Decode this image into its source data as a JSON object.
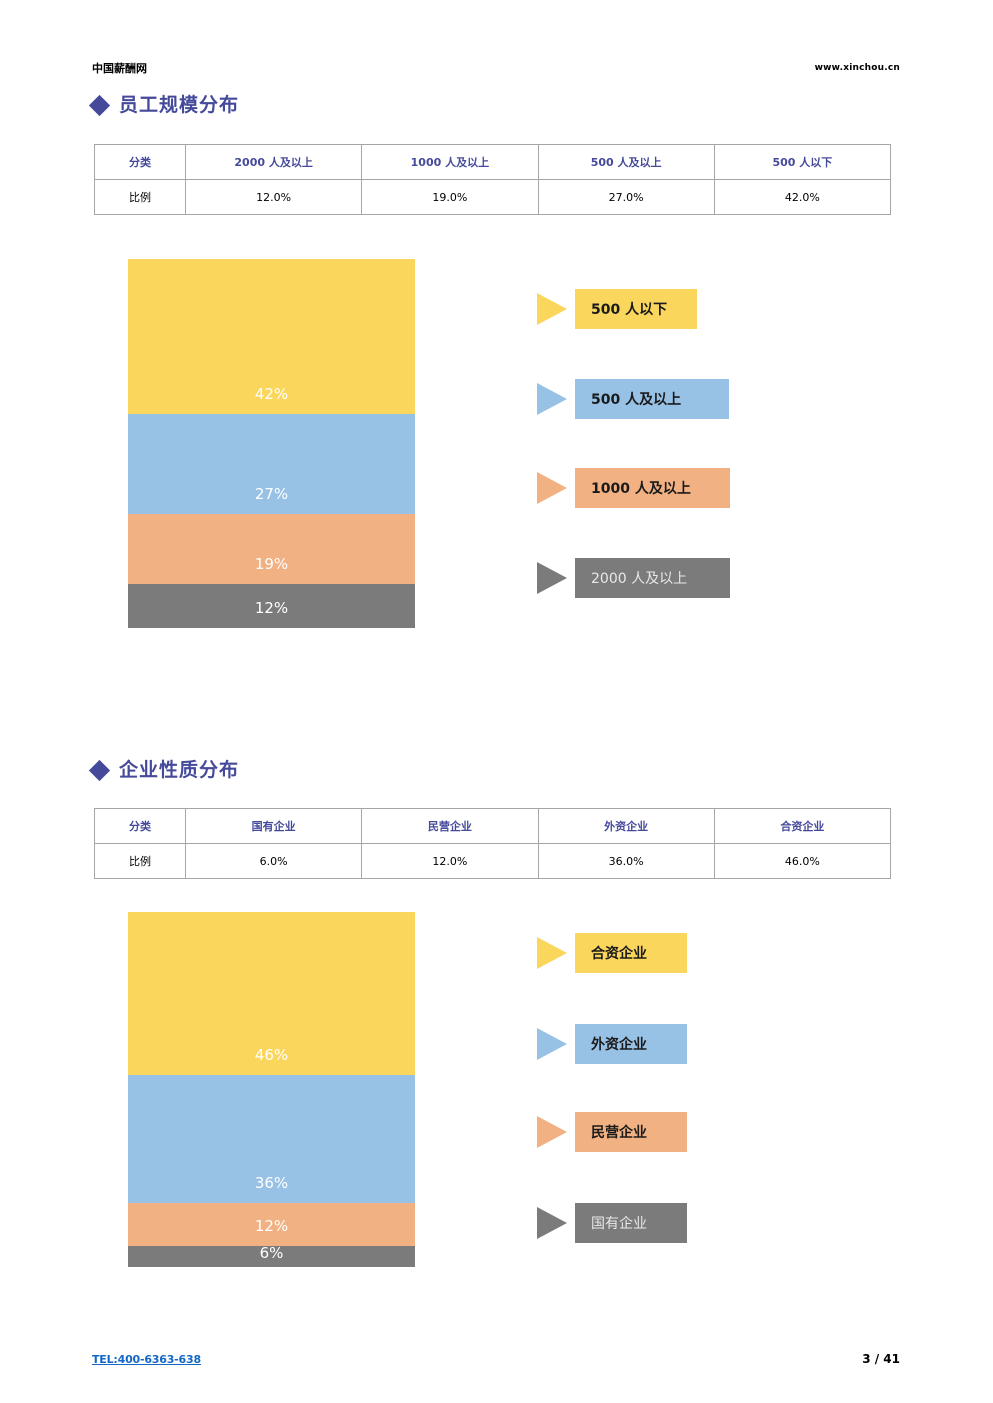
{
  "header": {
    "brand": "中国薪酬网",
    "site": "www.xinchou.cn"
  },
  "footer": {
    "tel": "TEL:400-6363-638",
    "page": "3 / 41"
  },
  "colors": {
    "heading": "#44499A",
    "yellow": "#FBD65D",
    "blue": "#97C2E6",
    "orange": "#F2B183",
    "gray": "#7B7B7B",
    "table_border": "#A6A6A6",
    "link": "#1368C6"
  },
  "sections": [
    {
      "title": "员工规模分布",
      "table": {
        "row_header_label": "分类",
        "row_value_label": "比例",
        "columns": [
          "2000 人及以上",
          "1000 人及以上",
          "500 人及以上",
          "500 人以下"
        ],
        "values": [
          "12.0%",
          "19.0%",
          "27.0%",
          "42.0%"
        ]
      },
      "legend": [
        {
          "label": "500 人以下",
          "color": "#FBD65D",
          "width": 122
        },
        {
          "label": "500 人及以上",
          "color": "#97C2E6",
          "width": 154
        },
        {
          "label": "1000 人及以上",
          "color": "#F2B183",
          "width": 155
        },
        {
          "label": "2000 人及以上",
          "color": "#7B7B7B",
          "width": 155
        }
      ]
    },
    {
      "title": "企业性质分布",
      "table": {
        "row_header_label": "分类",
        "row_value_label": "比例",
        "columns": [
          "国有企业",
          "民营企业",
          "外资企业",
          "合资企业"
        ],
        "values": [
          "6.0%",
          "12.0%",
          "36.0%",
          "46.0%"
        ]
      },
      "legend": [
        {
          "label": "合资企业",
          "color": "#FBD65D",
          "width": 112
        },
        {
          "label": "外资企业",
          "color": "#97C2E6",
          "width": 112
        },
        {
          "label": "民营企业",
          "color": "#F2B183",
          "width": 112
        },
        {
          "label": "国有企业",
          "color": "#7B7B7B",
          "width": 112
        }
      ]
    }
  ],
  "chart_data": [
    {
      "type": "bar",
      "title": "员工规模分布",
      "stacked": true,
      "orientation": "vertical",
      "categories": [
        "500 人以下",
        "500 人及以上",
        "1000 人及以上",
        "2000 人及以上"
      ],
      "values": [
        42,
        27,
        19,
        12
      ],
      "labels": [
        "42%",
        "27%",
        "19%",
        "12%"
      ],
      "colors": [
        "#FBD65D",
        "#97C2E6",
        "#F2B183",
        "#7B7B7B"
      ],
      "xlabel": "",
      "ylabel": "",
      "ylim": [
        0,
        100
      ],
      "grid": false,
      "legend_position": "right"
    },
    {
      "type": "bar",
      "title": "企业性质分布",
      "stacked": true,
      "orientation": "vertical",
      "categories": [
        "合资企业",
        "外资企业",
        "民营企业",
        "国有企业"
      ],
      "values": [
        46,
        36,
        12,
        6
      ],
      "labels": [
        "46%",
        "36%",
        "12%",
        "6%"
      ],
      "colors": [
        "#FBD65D",
        "#97C2E6",
        "#F2B183",
        "#7B7B7B"
      ],
      "xlabel": "",
      "ylabel": "",
      "ylim": [
        0,
        100
      ],
      "grid": false,
      "legend_position": "right"
    }
  ]
}
